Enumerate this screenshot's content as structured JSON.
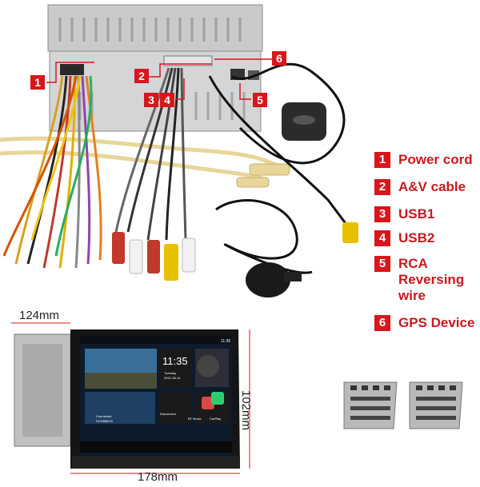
{
  "legend": [
    {
      "num": "1",
      "label": "Power cord"
    },
    {
      "num": "2",
      "label": "A&V cable"
    },
    {
      "num": "3",
      "label": "USB1"
    },
    {
      "num": "4",
      "label": "USB2"
    },
    {
      "num": "5",
      "label": "RCA\nReversing\nwire"
    },
    {
      "num": "6",
      "label": "GPS Device"
    }
  ],
  "callouts": [
    "1",
    "2",
    "3",
    "4",
    "5",
    "6"
  ],
  "dimensions": {
    "depth": "124mm",
    "height": "102mm",
    "width": "178mm"
  },
  "screen": {
    "status_time": "11:35",
    "clock": "11:35",
    "weekday": "Tuesday",
    "date": "2021-06-14",
    "connected_label": "Connected",
    "device_name": "SOGBB576",
    "disconnect_label": "Disconnect",
    "bt_music_label": "BT Music",
    "carplay_label": "CarPlay"
  },
  "colors": {
    "accent_red": "#d8161b",
    "label_red": "#c81a1f"
  }
}
